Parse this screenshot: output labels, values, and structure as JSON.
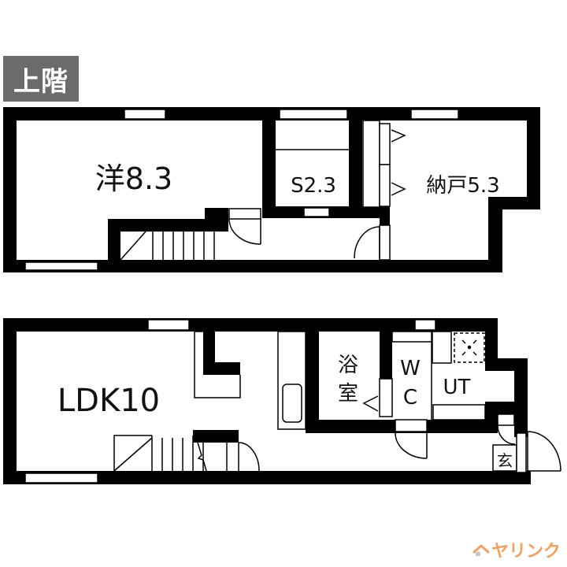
{
  "floor_badge": {
    "label": "上階"
  },
  "upper_floor": {
    "rooms": [
      {
        "id": "western-room",
        "label": "洋8.3"
      },
      {
        "id": "storage-s",
        "label": "S2.3"
      },
      {
        "id": "closet-room",
        "label": "納戸5.3"
      }
    ]
  },
  "lower_floor": {
    "rooms": [
      {
        "id": "ldk",
        "label": "LDK10"
      },
      {
        "id": "bathroom",
        "label_line1": "浴",
        "label_line2": "室"
      },
      {
        "id": "wc",
        "label_line1": "W",
        "label_line2": "C"
      },
      {
        "id": "utility",
        "label": "UT"
      },
      {
        "id": "entrance",
        "label": "玄"
      }
    ]
  },
  "brand": {
    "name": "ヤリンク",
    "icon": "house-roof-icon",
    "color": "#f0a060"
  },
  "colors": {
    "wall": "#000000",
    "badge_bg": "#6b6b6b",
    "background": "#ffffff"
  }
}
